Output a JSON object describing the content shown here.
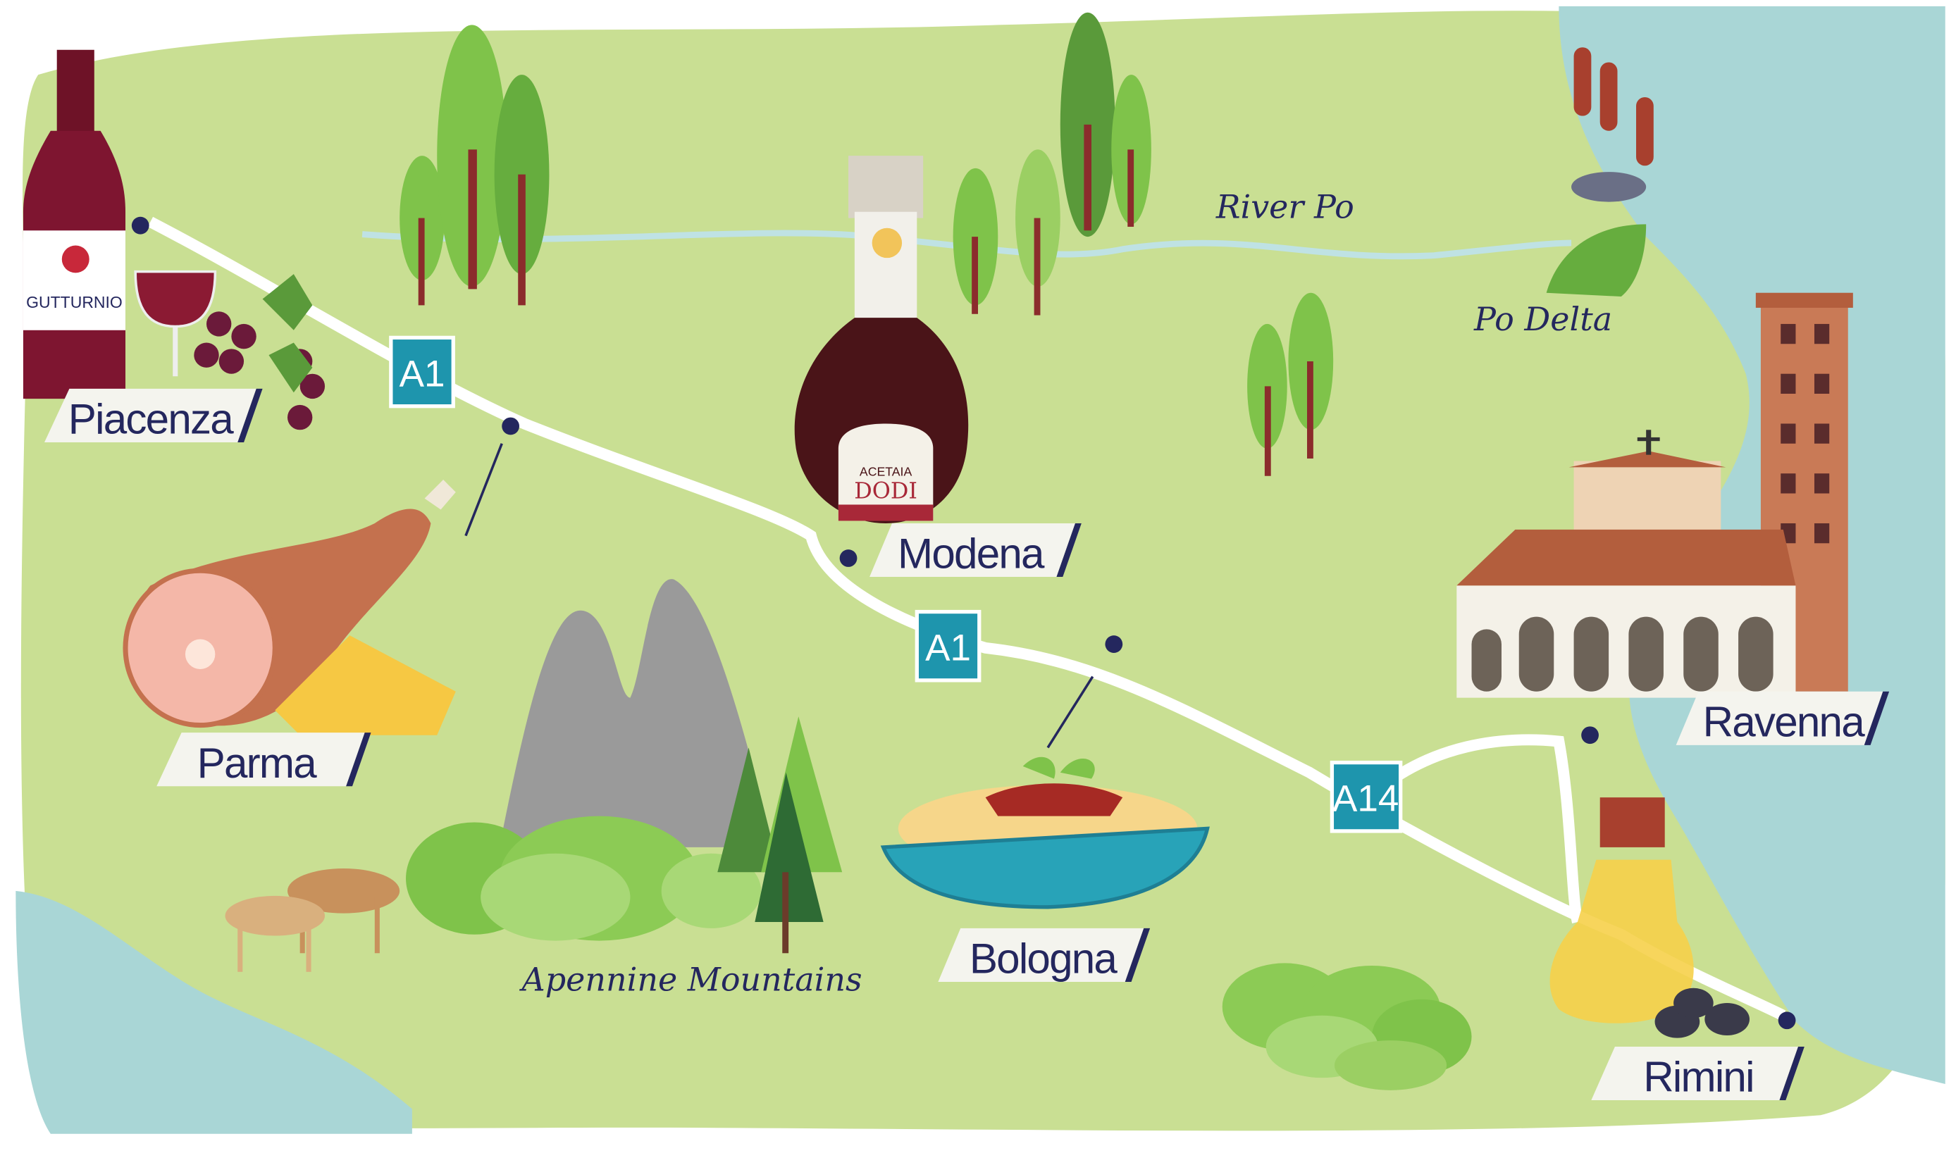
{
  "map": {
    "cities": [
      {
        "name": "Piacenza"
      },
      {
        "name": "Parma"
      },
      {
        "name": "Modena"
      },
      {
        "name": "Bologna"
      },
      {
        "name": "Ravenna"
      },
      {
        "name": "Rimini"
      }
    ],
    "roads": [
      "A1",
      "A1",
      "A14"
    ],
    "features": {
      "river": "River Po",
      "delta": "Po Delta",
      "mountains": "Apennine Mountains"
    },
    "products": {
      "wine_label": "GUTTURNIO",
      "vinegar_label_top": "ACETAIA",
      "vinegar_label_bottom": "DODI"
    },
    "colors": {
      "land": "#c9df93",
      "sea": "#a9d6d6",
      "label_text": "#24275e",
      "road_badge": "#1e95ad"
    }
  }
}
